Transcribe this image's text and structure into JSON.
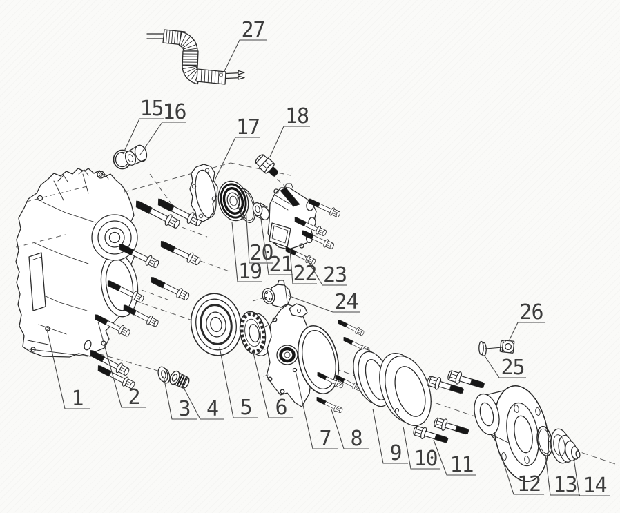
{
  "diagram": {
    "type": "exploded-parts-diagram",
    "colors": {
      "line": "#2b2b2b",
      "thread": "#161616",
      "background": "#fafaf8"
    },
    "callouts": [
      {
        "num": "1",
        "part": [
          68,
          477
        ],
        "elbow": [
          94,
          592
        ],
        "tail": [
          130,
          592
        ]
      },
      {
        "num": "2",
        "part": [
          142,
          466
        ],
        "elbow": [
          176,
          590
        ],
        "tail": [
          212,
          590
        ]
      },
      {
        "num": "3",
        "part": [
          237,
          545
        ],
        "elbow": [
          249,
          607
        ],
        "tail": [
          285,
          607
        ]
      },
      {
        "num": "4",
        "part": [
          261,
          552
        ],
        "elbow": [
          290,
          607
        ],
        "tail": [
          325,
          607
        ]
      },
      {
        "num": "5",
        "part": [
          318,
          503
        ],
        "elbow": [
          338,
          605
        ],
        "tail": [
          374,
          605
        ]
      },
      {
        "num": "6",
        "part": [
          366,
          507
        ],
        "elbow": [
          389,
          605
        ],
        "tail": [
          425,
          605
        ]
      },
      {
        "num": "7",
        "part": [
          428,
          537
        ],
        "elbow": [
          453,
          650
        ],
        "tail": [
          489,
          650
        ]
      },
      {
        "num": "8",
        "part": [
          480,
          593
        ],
        "elbow": [
          498,
          650
        ],
        "tail": [
          534,
          650
        ]
      },
      {
        "num": "9",
        "part": [
          540,
          592
        ],
        "elbow": [
          555,
          671
        ],
        "tail": [
          591,
          671
        ]
      },
      {
        "num": "10",
        "part": [
          584,
          618
        ],
        "elbow": [
          595,
          679
        ],
        "tail": [
          638,
          679
        ]
      },
      {
        "num": "11",
        "part": [
          628,
          637
        ],
        "elbow": [
          647,
          688
        ],
        "tail": [
          690,
          688
        ]
      },
      {
        "num": "12",
        "part": [
          728,
          666
        ],
        "elbow": [
          744,
          716
        ],
        "tail": [
          788,
          716
        ]
      },
      {
        "num": "13",
        "part": [
          790,
          659
        ],
        "elbow": [
          797,
          717
        ],
        "tail": [
          840,
          717
        ]
      },
      {
        "num": "14",
        "part": [
          831,
          664
        ],
        "elbow": [
          839,
          718
        ],
        "tail": [
          884,
          718
        ]
      },
      {
        "num": "15",
        "part": [
          178,
          223
        ],
        "elbow": [
          202,
          172
        ],
        "tail": [
          237,
          172
        ]
      },
      {
        "num": "16",
        "part": [
          203,
          224
        ],
        "elbow": [
          235,
          177
        ],
        "tail": [
          270,
          177
        ]
      },
      {
        "num": "17",
        "part": [
          311,
          261
        ],
        "elbow": [
          341,
          199
        ],
        "tail": [
          377,
          199
        ]
      },
      {
        "num": "18",
        "part": [
          391,
          227
        ],
        "elbow": [
          411,
          183
        ],
        "tail": [
          449,
          183
        ]
      },
      {
        "num": "19",
        "part": [
          336,
          322
        ],
        "elbow": [
          344,
          408
        ],
        "tail": [
          380,
          408
        ]
      },
      {
        "num": "20",
        "part": [
          356,
          301
        ],
        "elbow": [
          361,
          381
        ],
        "tail": [
          396,
          381
        ]
      },
      {
        "num": "21",
        "part": [
          377,
          310
        ],
        "elbow": [
          389,
          398
        ],
        "tail": [
          424,
          398
        ]
      },
      {
        "num": "22",
        "part": [
          420,
          362
        ],
        "elbow": [
          424,
          411
        ],
        "tail": [
          459,
          411
        ]
      },
      {
        "num": "23",
        "part": [
          442,
          371
        ],
        "elbow": [
          467,
          413
        ],
        "tail": [
          503,
          413
        ]
      },
      {
        "num": "24",
        "part": [
          417,
          428
        ],
        "elbow": [
          482,
          452
        ],
        "tail": [
          521,
          452
        ]
      },
      {
        "num": "25",
        "part": [
          701,
          514
        ],
        "elbow": [
          723,
          547
        ],
        "tail": [
          762,
          547
        ]
      },
      {
        "num": "26",
        "part": [
          737,
          494
        ],
        "elbow": [
          750,
          467
        ],
        "tail": [
          789,
          467
        ]
      },
      {
        "num": "27",
        "part": [
          325,
          103
        ],
        "elbow": [
          347,
          58
        ],
        "tail": [
          386,
          58
        ]
      }
    ]
  }
}
